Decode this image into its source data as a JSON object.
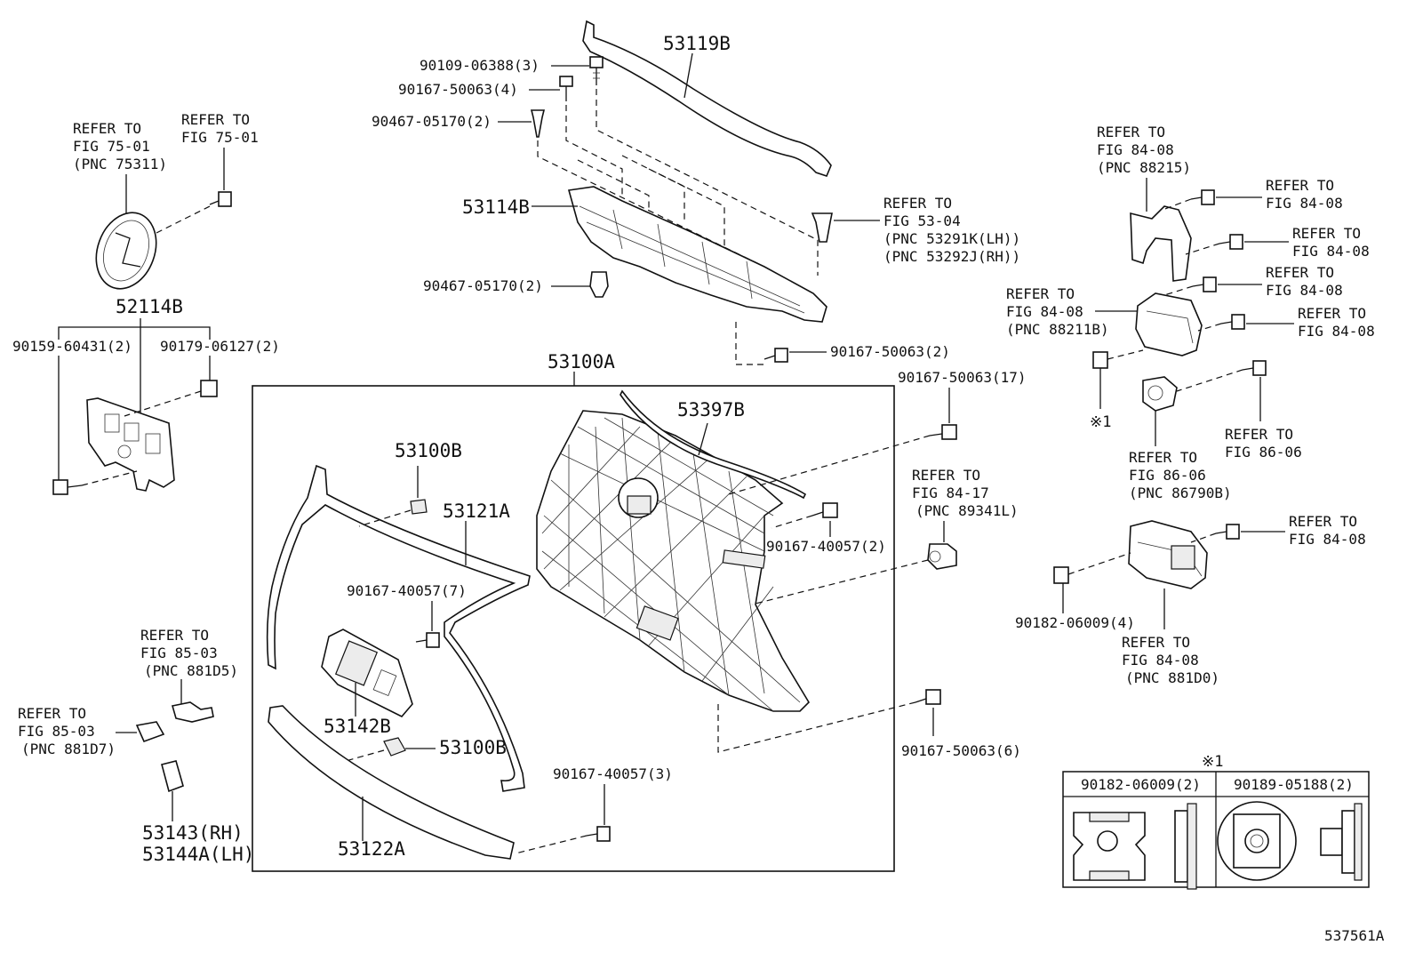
{
  "labels": {
    "l_53119B": "53119B",
    "l_90109": "90109-06388(3)",
    "l_90167_4": "90167-50063(4)",
    "l_90467_a": "90467-05170(2)",
    "l_53114B": "53114B",
    "l_90467_b": "90467-05170(2)",
    "l_refer_53_04": "REFER TO",
    "l_fig_53_04": "FIG 53-04",
    "l_pnc_53291": "(PNC 53291K(LH))",
    "l_pnc_53292": "(PNC 53292J(RH))",
    "l_90167_2": "90167-50063(2)",
    "l_refer_75a": "REFER TO",
    "l_fig_75a": "FIG 75-01",
    "l_pnc_75311": "(PNC 75311)",
    "l_refer_75b": "REFER TO",
    "l_fig_75b": "FIG 75-01",
    "l_52114B": "52114B",
    "l_90159": "90159-60431(2)",
    "l_90179": "90179-06127(2)",
    "l_53100A": "53100A",
    "l_53397B": "53397B",
    "l_53100B_a": "53100B",
    "l_53121A": "53121A",
    "l_90167_40057_2": "90167-40057(2)",
    "l_90167_40057_7": "90167-40057(7)",
    "l_53142B": "53142B",
    "l_53100B_b": "53100B",
    "l_90167_40057_3": "90167-40057(3)",
    "l_53122A": "53122A",
    "l_90167_17": "90167-50063(17)",
    "l_refer_84_17": "REFER TO",
    "l_fig_84_17": "FIG 84-17",
    "l_pnc_89341": "(PNC 89341L)",
    "l_90167_6": "90167-50063(6)",
    "l_refer_85a": "REFER TO",
    "l_fig_85a": "FIG 85-03",
    "l_pnc_881d5": "(PNC 881D5)",
    "l_refer_85b": "REFER TO",
    "l_fig_85b": "FIG 85-03",
    "l_pnc_881d7": "(PNC 881D7)",
    "l_53143": "53143(RH)",
    "l_53144": "53144A(LH)",
    "l_refer_8408a": "REFER TO",
    "l_fig_8408a": "FIG 84-08",
    "l_pnc_88215": "(PNC 88215)",
    "l_refer_8408b": "REFER TO",
    "l_fig_8408b": "FIG 84-08",
    "l_refer_8408c": "REFER TO",
    "l_fig_8408c": "FIG 84-08",
    "l_refer_8408d": "REFER TO",
    "l_fig_8408d": "FIG 84-08",
    "l_refer_8408e": "REFER TO",
    "l_fig_8408e": "FIG 84-08",
    "l_pnc_88211": "(PNC 88211B)",
    "l_refer_8408f": "REFER TO",
    "l_fig_8408f": "FIG 84-08",
    "l_ref_mark_1": "※1",
    "l_refer_8606a": "REFER TO",
    "l_fig_8606a": "FIG 86-06",
    "l_pnc_86790": "(PNC 86790B)",
    "l_refer_8606b": "REFER TO",
    "l_fig_8606b": "FIG 86-06",
    "l_refer_8408g": "REFER TO",
    "l_fig_8408g": "FIG 84-08",
    "l_90182": "90182-06009(4)",
    "l_refer_8408h": "REFER TO",
    "l_fig_8408h": "FIG 84-08",
    "l_pnc_881d0": "(PNC 881D0)",
    "l_ref_mark_2": "※1",
    "l_tbl_col1": "90182-06009(2)",
    "l_tbl_col2": "90189-05188(2)",
    "l_fig_id": "537561A"
  }
}
